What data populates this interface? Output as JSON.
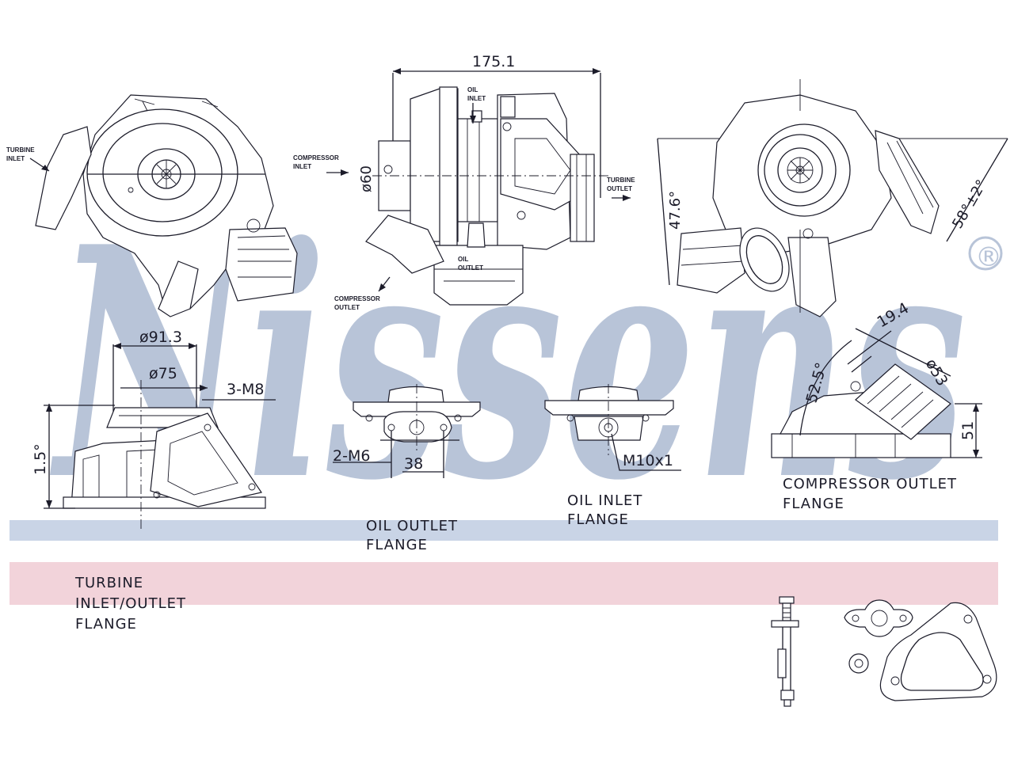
{
  "brand": {
    "watermark": "Nissens",
    "registered_mark": "®",
    "watermark_color": "#b8c4d8",
    "band_blue": "#c9d4e6",
    "band_pink": "#f2d3da"
  },
  "dimensions": {
    "overall_length": "175.1",
    "compressor_inlet_dia": "ø60",
    "turbine_flange_outer": "ø91.3",
    "turbine_flange_inner": "ø75",
    "turbine_bolts": "3-M8",
    "turbine_angle": "1.5°",
    "oil_outlet_bolts": "2-M6",
    "oil_outlet_spacing": "38",
    "oil_inlet_thread": "M10x1",
    "compressor_outlet_length": "19.4",
    "compressor_outlet_dia": "ø53",
    "compressor_outlet_angle": "52.5°",
    "compressor_outlet_height": "51",
    "side_angle_left": "47.6°",
    "side_angle_right": "58°±2°"
  },
  "annotations": {
    "turbine_inlet_1": "TURBINE",
    "turbine_inlet_2": "INLET",
    "compressor_inlet_1": "COMPRESSOR",
    "compressor_inlet_2": "INLET",
    "oil_inlet_1": "OIL",
    "oil_inlet_2": "INLET",
    "turbine_outlet_1": "TURBINE",
    "turbine_outlet_2": "OUTLET",
    "oil_outlet_1": "OIL",
    "oil_outlet_2": "OUTLET",
    "compressor_outlet_1": "COMPRESSOR",
    "compressor_outlet_2": "OUTLET"
  },
  "flange_labels": {
    "oil_outlet": [
      "OIL OUTLET",
      "FLANGE"
    ],
    "oil_inlet": [
      "OIL INLET",
      "FLANGE"
    ],
    "compressor_outlet": [
      "COMPRESSOR OUTLET",
      "FLANGE"
    ],
    "turbine": [
      "TURBINE",
      "INLET/OUTLET",
      "FLANGE"
    ]
  }
}
